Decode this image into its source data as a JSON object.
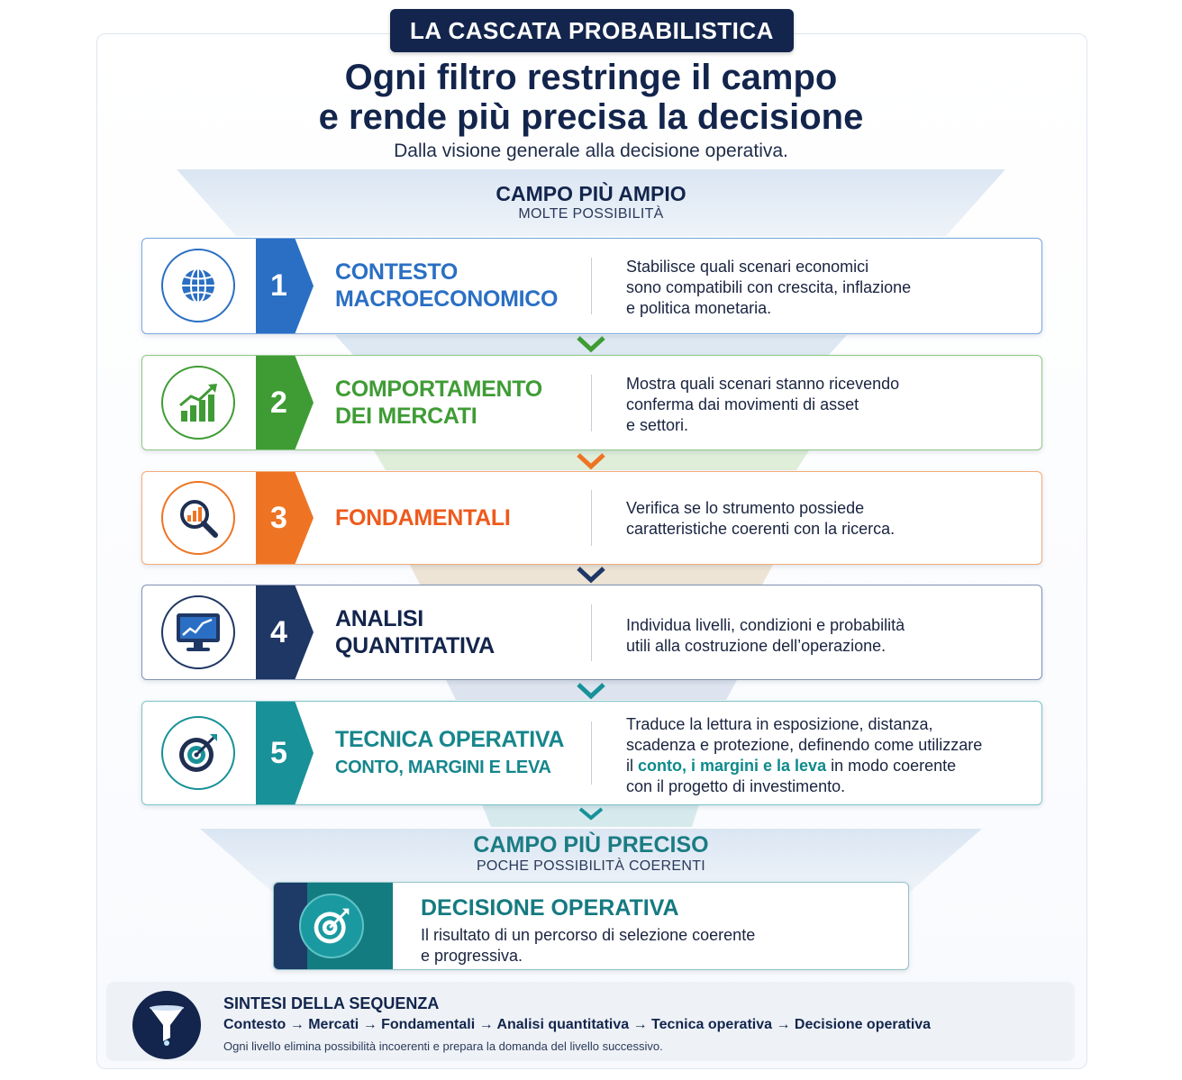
{
  "banner": "LA CASCATA PROBABILISTICA",
  "headline": {
    "line1": "Ogni filtro restringe il campo",
    "line2": "e rende più precisa la decisione"
  },
  "subheadline": "Dalla visione generale alla decisione operativa.",
  "funnel_top": {
    "title": "CAMPO PIÙ AMPIO",
    "subtitle": "MOLTE POSSIBILITÀ"
  },
  "steps": [
    {
      "number": "1",
      "title_line1": "CONTESTO",
      "title_line2": "MACROECONOMICO",
      "color": "#2a6fc4",
      "icon": "globe-icon",
      "desc_line1": "Stabilisce quali scenari economici",
      "desc_line2": "sono compatibili con crescita, inflazione",
      "desc_line3": "e politica monetaria."
    },
    {
      "number": "2",
      "title_line1": "COMPORTAMENTO",
      "title_line2": "DEI MERCATI",
      "color": "#3f9c35",
      "icon": "bar-chart-up-icon",
      "desc_line1": "Mostra quali scenari stanno ricevendo",
      "desc_line2": "conferma dai movimenti di asset",
      "desc_line3": "e settori."
    },
    {
      "number": "3",
      "title_line1": "FONDAMENTALI",
      "color": "#ee7424",
      "icon": "magnifier-chart-icon",
      "desc_line1": "Verifica se lo strumento possiede",
      "desc_line2": "caratteristiche coerenti con la ricerca."
    },
    {
      "number": "4",
      "title_line1": "ANALISI",
      "title_line2": "QUANTITATIVA",
      "color": "#1f3765",
      "icon": "monitor-chart-icon",
      "desc_line1": "Individua livelli, condizioni e probabilità",
      "desc_line2": "utili alla costruzione dell’operazione."
    },
    {
      "number": "5",
      "title_line1": "TECNICA OPERATIVA",
      "title_line2": "CONTO, MARGINI E LEVA",
      "color": "#189198",
      "icon": "target-icon",
      "desc_line1": "Traduce la lettura in esposizione, distanza,",
      "desc_line2": "scadenza e protezione, definendo come utilizzare",
      "desc_line3_pre": "il",
      "desc_line3_hl": "conto, i margini e la leva",
      "desc_line3_post": "in modo coerente",
      "desc_line4": "con il progetto di investimento."
    }
  ],
  "funnel_bottom": {
    "title": "CAMPO PIÙ PRECISO",
    "subtitle": "POCHE POSSIBILITÀ COERENTI"
  },
  "decision": {
    "title": "DECISIONE OPERATIVA",
    "desc_line1": "Il risultato di un percorso di selezione coerente",
    "desc_line2": "e progressiva.",
    "icon": "target-icon"
  },
  "summary": {
    "title": "SINTESI DELLA SEQUENZA",
    "sequence": "Contesto → Mercati → Fondamentali → Analisi quantitativa → Tecnica operativa → Decisione operativa",
    "note": "Ogni livello elimina possibilità incoerenti e prepara la domanda del livello successivo.",
    "icon": "funnel-icon"
  }
}
